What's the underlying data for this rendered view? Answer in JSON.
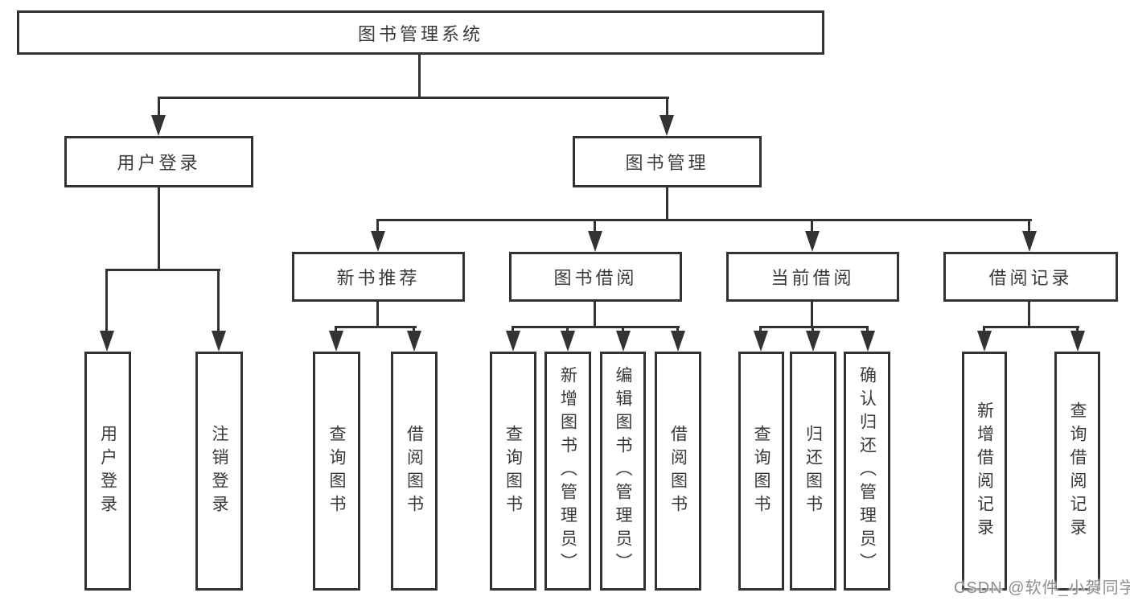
{
  "diagram": {
    "root": "图书管理系统",
    "branches": {
      "user_login": {
        "label": "用户登录",
        "children": {
          "login": "用户登录",
          "logout": "注销登录"
        }
      },
      "book_management": {
        "label": "图书管理",
        "sections": {
          "new_book_recommend": {
            "label": "新书推荐",
            "children": {
              "query_book": "查询图书",
              "borrow_book": "借阅图书"
            }
          },
          "book_borrow": {
            "label": "图书借阅",
            "children": {
              "query_book": "查询图书",
              "add_book": "新增图书（管理员）",
              "edit_book": "编辑图书（管理员）",
              "borrow_book": "借阅图书"
            }
          },
          "current_borrow": {
            "label": "当前借阅",
            "children": {
              "query_book": "查询图书",
              "return_book": "归还图书",
              "confirm_return": "确认归还（管理员）"
            }
          },
          "borrow_records": {
            "label": "借阅记录",
            "children": {
              "add_record": "新增借阅记录",
              "query_record": "查询借阅记录"
            }
          }
        }
      }
    },
    "watermark": "CSDN @软件_小贺同学",
    "colors": {
      "line": "#333333",
      "box_background": "#ffffff",
      "text": "#3a3a3a",
      "watermark": "#8f8f8f"
    }
  }
}
